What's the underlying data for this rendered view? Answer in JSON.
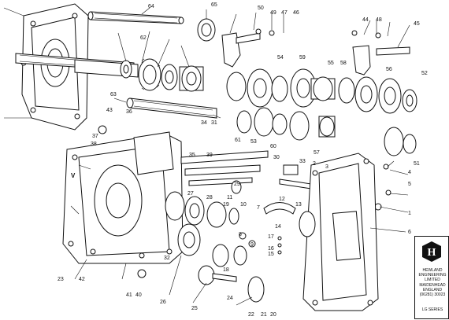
{
  "diagram": {
    "callouts": [
      "1",
      "2",
      "3",
      "4",
      "5",
      "6",
      "7",
      "8",
      "9",
      "10",
      "11",
      "12",
      "13",
      "14",
      "15",
      "16",
      "17",
      "18",
      "19",
      "20",
      "21",
      "22",
      "23",
      "24",
      "25",
      "26",
      "27",
      "28",
      "29",
      "30",
      "31",
      "32",
      "33",
      "34",
      "35",
      "36",
      "37",
      "38",
      "39",
      "40",
      "41",
      "42",
      "43",
      "44",
      "45",
      "46",
      "47",
      "48",
      "49",
      "50",
      "51",
      "52",
      "53",
      "54",
      "55",
      "56",
      "57",
      "58",
      "59",
      "60",
      "61",
      "62",
      "63",
      "64",
      "65"
    ],
    "letter_callout": "V"
  },
  "badge": {
    "line1": "HEWLAND",
    "line2": "ENGINEERING",
    "line3": "LIMITED",
    "line4": "MAIDENHEAD",
    "line5": "ENGLAND",
    "line6": "(06281) 30023",
    "series": "LG SERIES",
    "logo_letter": "H"
  }
}
